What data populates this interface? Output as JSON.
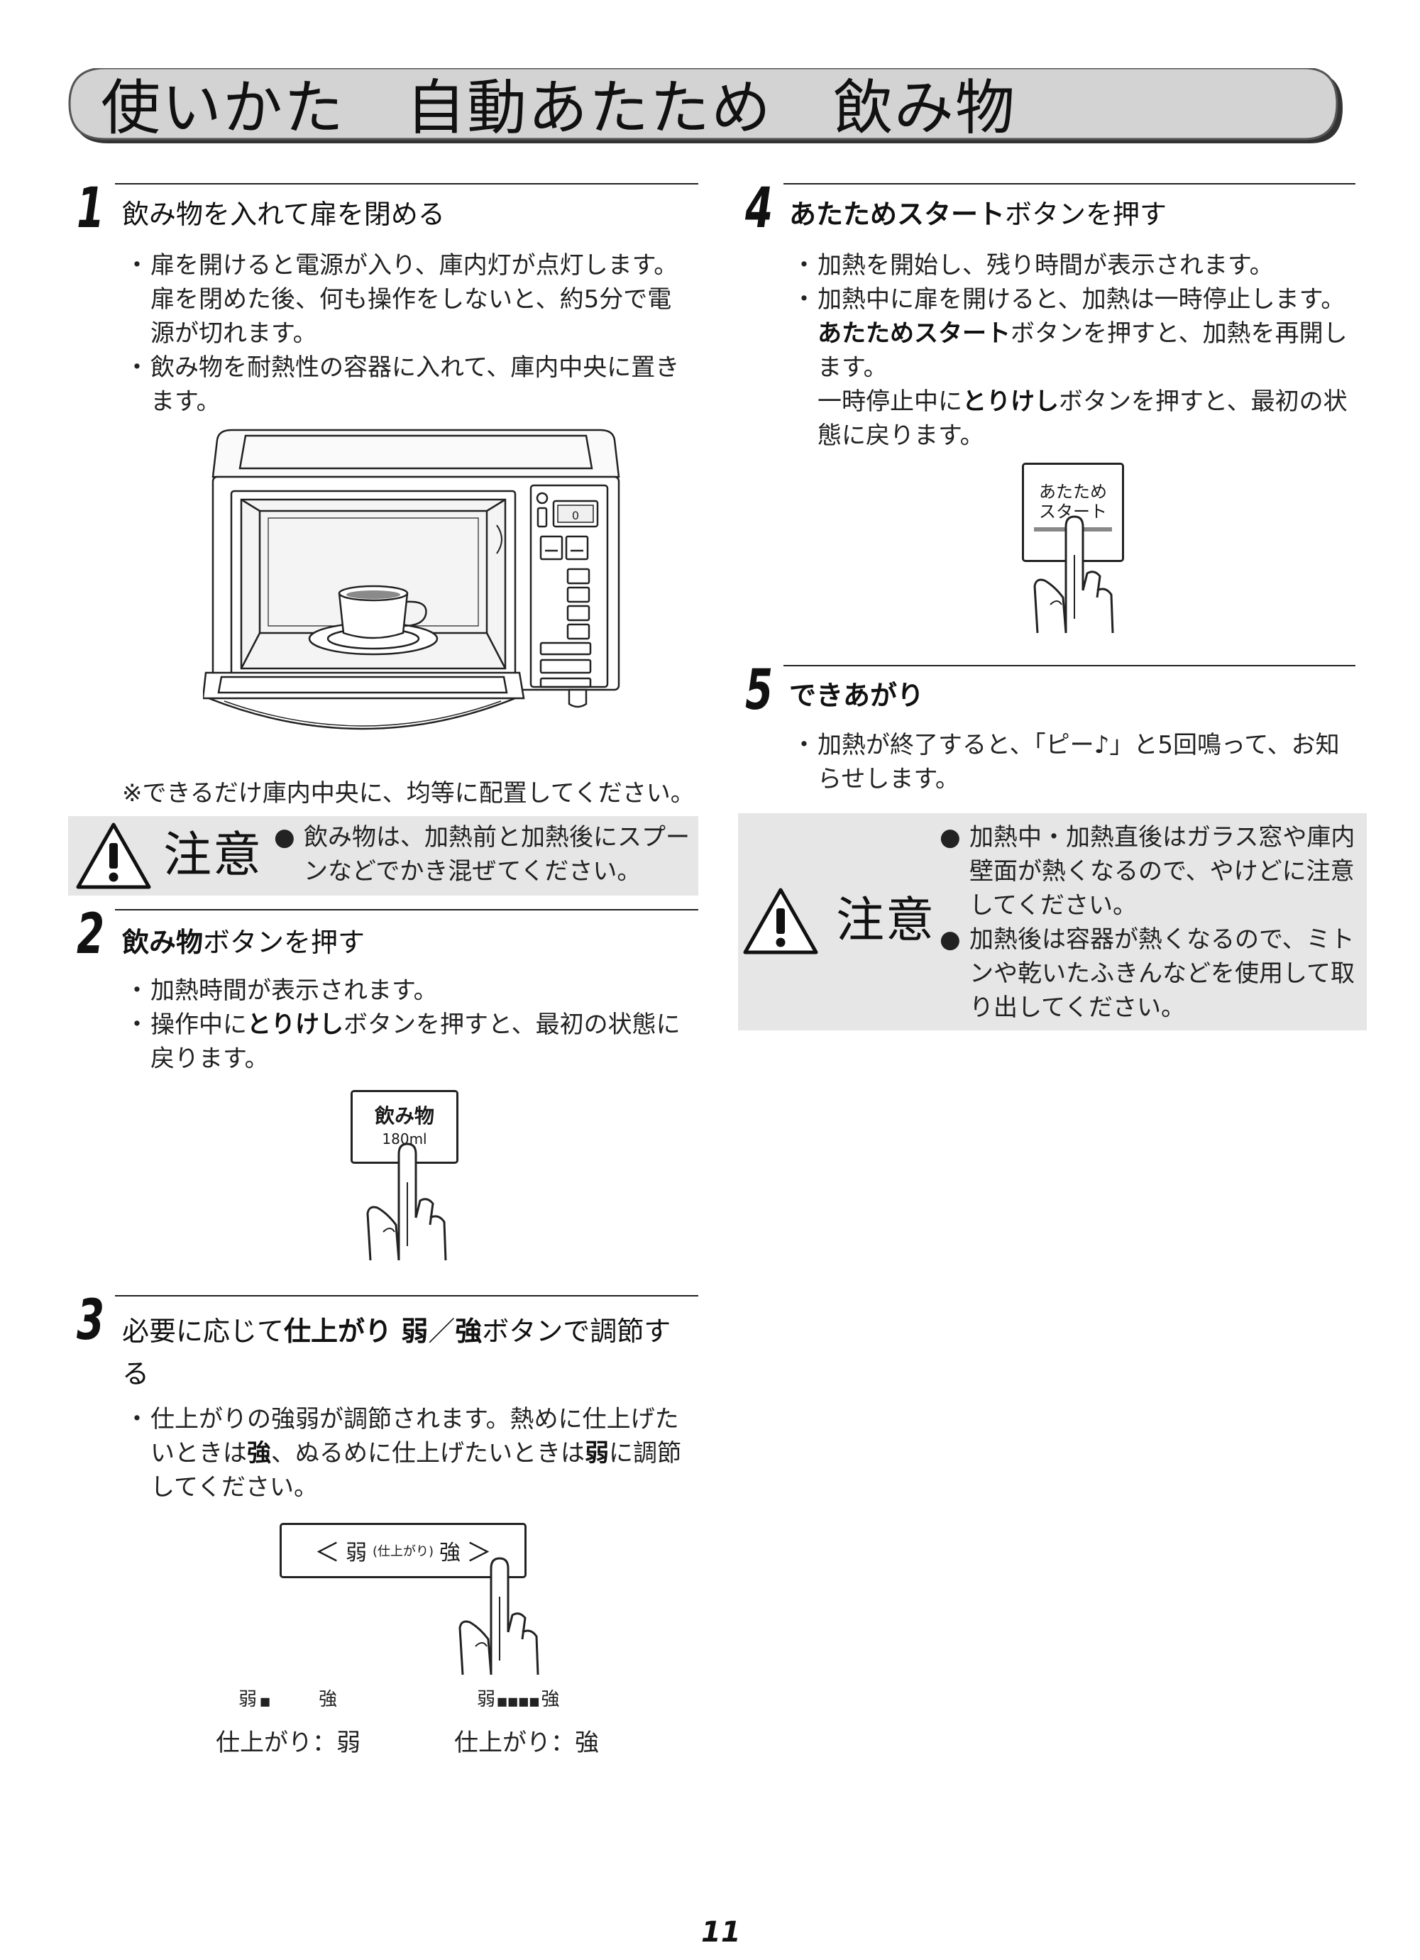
{
  "title": "使いかた　自動あたため　飲み物",
  "steps": {
    "s1": {
      "num": "1",
      "title": "飲み物を入れて扉を閉める",
      "bullets": [
        [
          "扉を開けると電源が入り、庫内灯が点灯します。",
          "扉を閉めた後、何も操作をしないと、約5分で電",
          "源が切れます。"
        ],
        [
          "飲み物を耐熱性の容器に入れて、庫内中央に置き",
          "ます。"
        ]
      ],
      "note": "※できるだけ庫内中央に、均等に配置してください。"
    },
    "s2": {
      "num": "2",
      "title_bold": "飲み物",
      "title_rest": "ボタンを押す",
      "b1": "加熱時間が表示されます。",
      "b2_pre": "操作中に",
      "b2_bold": "とりけし",
      "b2_post": "ボタンを押すと、最初の状態に",
      "b2_cont": "戻ります。",
      "button_label": "飲み物",
      "button_sub": "180ml"
    },
    "s3": {
      "num": "3",
      "title_pre": "必要に応じて",
      "title_bold1": "仕上がり 弱",
      "title_slash": "／",
      "title_bold2": "強",
      "title_post": "ボタンで調節す",
      "title_cont": "る",
      "b1_l1": "仕上がりの強弱が調節されます。熱めに仕上げた",
      "b1_l2_pre": "いときは",
      "b1_l2_b1": "強",
      "b1_l2_mid": "、ぬるめに仕上げたいときは",
      "b1_l2_b2": "弱",
      "b1_l2_post": "に調節",
      "b1_l3": "してください。",
      "button": {
        "left_arrow": "＜",
        "weak": "弱",
        "mid": "(仕上がり)",
        "strong": "強",
        "right_arrow": "＞"
      },
      "indicator_weak": {
        "weak": "弱",
        "bars": "■",
        "strong": "強",
        "caption": "仕上がり：弱"
      },
      "indicator_strong": {
        "weak": "弱",
        "bars": "■■■■",
        "strong": "強",
        "caption": "仕上がり：強"
      }
    },
    "s4": {
      "num": "4",
      "title_bold": "あたためスタート",
      "title_rest": "ボタンを押す",
      "b1": "加熱を開始し、残り時間が表示されます。",
      "b2_l1": "加熱中に扉を開けると、加熱は一時停止します。",
      "b2_l2_bold": "あたためスタート",
      "b2_l2_rest": "ボタンを押すと、加熱を再開し",
      "b2_l3": "ます。",
      "b2_l4_pre": "一時停止中に",
      "b2_l4_bold": "とりけし",
      "b2_l4_post": "ボタンを押すと、最初の状",
      "b2_l5": "態に戻ります。",
      "button_l1": "あたため",
      "button_l2": "スタート"
    },
    "s5": {
      "num": "5",
      "title": "できあがり",
      "b1_l1": "加熱が終了すると、「ピー♪」と5回鳴って、お知",
      "b1_l2": "らせします。"
    }
  },
  "caution1": {
    "word": "注意",
    "items": [
      [
        "飲み物は、加熱前と加熱後にスプー",
        "ンなどでかき混ぜてください。"
      ]
    ]
  },
  "caution2": {
    "word": "注意",
    "items": [
      [
        "加熱中・加熱直後はガラス窓や庫内",
        "壁面が熱くなるので、やけどに注意",
        "してください。"
      ],
      [
        "加熱後は容器が熱くなるので、ミト",
        "ンや乾いたふきんなどを使用して取",
        "り出してください。"
      ]
    ]
  },
  "microwave_display": "0",
  "page_number": "11"
}
